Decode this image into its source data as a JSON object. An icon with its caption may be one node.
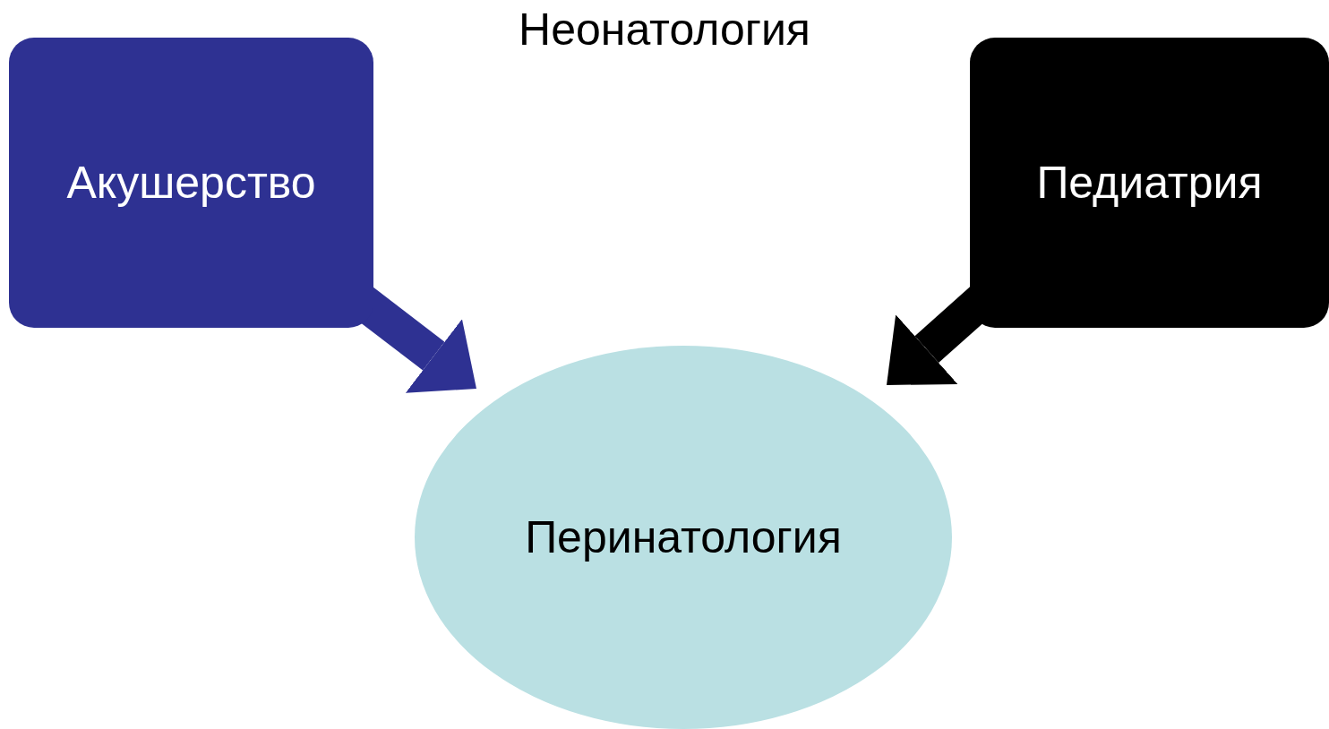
{
  "diagram": {
    "title": "Неонатология",
    "nodes": [
      {
        "text": [
          "Акушерство"
        ]
      },
      {
        "text": [
          "Педиатрия"
        ]
      },
      {
        "text": [
          "Перинатология"
        ]
      }
    ],
    "edges": [
      {
        "from": 0,
        "to": 2,
        "arrow": "to",
        "color": "#2e3192"
      },
      {
        "from": 1,
        "to": 2,
        "arrow": "to",
        "color": "#000000"
      }
    ]
  }
}
